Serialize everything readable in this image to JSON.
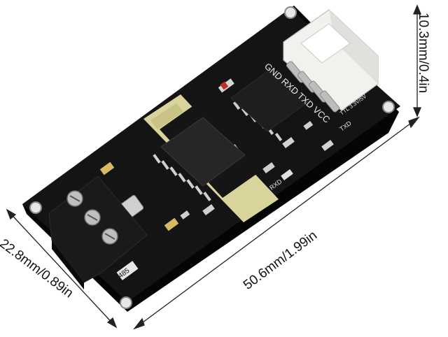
{
  "dimensions": {
    "length": "50.6mm/1.99in",
    "width": "22.8mm/0.89in",
    "height": "10.3mm/0.4in"
  },
  "silkscreen": {
    "pin_labels": "GND RXD TXD VCC",
    "voltage": "TTL 3.3V/5V",
    "txd": "TXD",
    "rxd": "RXD",
    "bus": "485"
  },
  "colors": {
    "board": "#111111",
    "fr4": "#d8d29a",
    "connector": "#f2f2f0",
    "terminal": "#1a1a1a"
  }
}
